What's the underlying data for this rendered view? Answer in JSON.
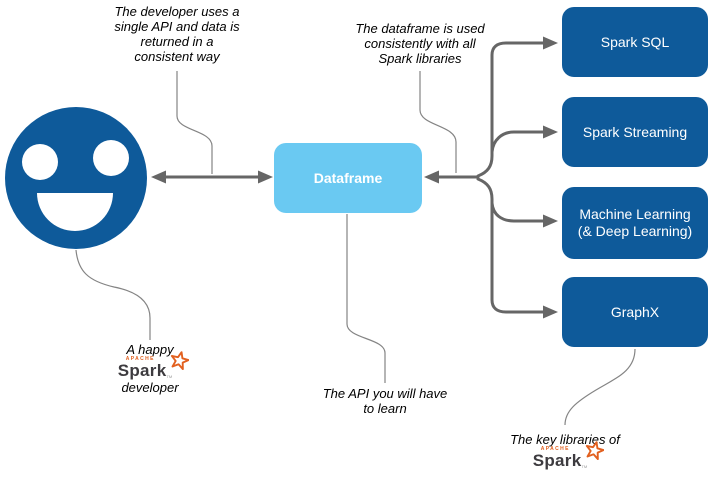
{
  "colors": {
    "dark_blue": "#0e5a9a",
    "light_blue": "#6ac9f2",
    "arrow_gray": "#666666",
    "thin_gray": "#848484",
    "spark_orange": "#e2601f",
    "spark_word_gray": "#3d3b3f",
    "note_color": "#000000"
  },
  "annotations": {
    "developer_note": [
      "The developer uses a",
      "single API and data is",
      "returned in a",
      "consistent way"
    ],
    "dataframe_note": [
      "The dataframe is used",
      "consistently with all",
      "Spark libraries"
    ],
    "api_note": [
      "The API you will have",
      "to learn"
    ],
    "happy_caption": {
      "before": "A happy",
      "after": "developer"
    },
    "key_libraries_caption": "The key libraries of",
    "spark_logo": {
      "apache": "APACHE",
      "word": "Spark",
      "tm": "TM"
    }
  },
  "nodes": {
    "developer_icon": "happy-developer-smiley",
    "dataframe": {
      "label": "Dataframe"
    },
    "libraries": [
      {
        "label": "Spark SQL"
      },
      {
        "label": "Spark Streaming"
      },
      {
        "label": "Machine Learning",
        "label2": "(& Deep Learning)"
      },
      {
        "label": "GraphX"
      }
    ]
  }
}
